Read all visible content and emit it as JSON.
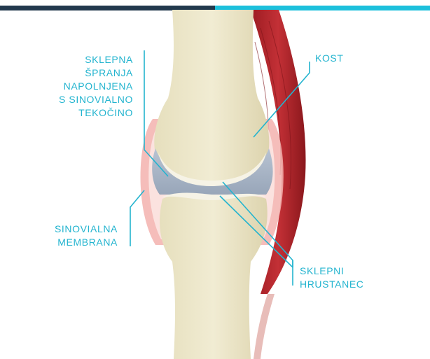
{
  "colors": {
    "topbar_dark": "#22394d",
    "topbar_light": "#1cc0dc",
    "label": "#23b4cf",
    "leader": "#23b4cf",
    "bone_fill": "#ece6c8",
    "bone_shadow": "#d8cfa9",
    "cartilage": "#f4f1e4",
    "synovial_fluid": "#a9b6c7",
    "synovial_membrane": "#f0a6a6",
    "muscle": "#b8242c",
    "muscle_dark": "#8e1a20",
    "tendon": "#e9c0bd"
  },
  "labels": {
    "joint_space": {
      "lines": [
        "SKLEPNA",
        "ŠPRANJA",
        "NAPOLNJENA",
        "S SINOVIALNO",
        "TEKOČINO"
      ]
    },
    "bone": {
      "lines": [
        "KOST"
      ]
    },
    "synovial_membrane": {
      "lines": [
        "SINOVIALNA",
        "MEMBRANA"
      ]
    },
    "cartilage": {
      "lines": [
        "SKLEPNI",
        "HRUSTANEC"
      ]
    }
  }
}
